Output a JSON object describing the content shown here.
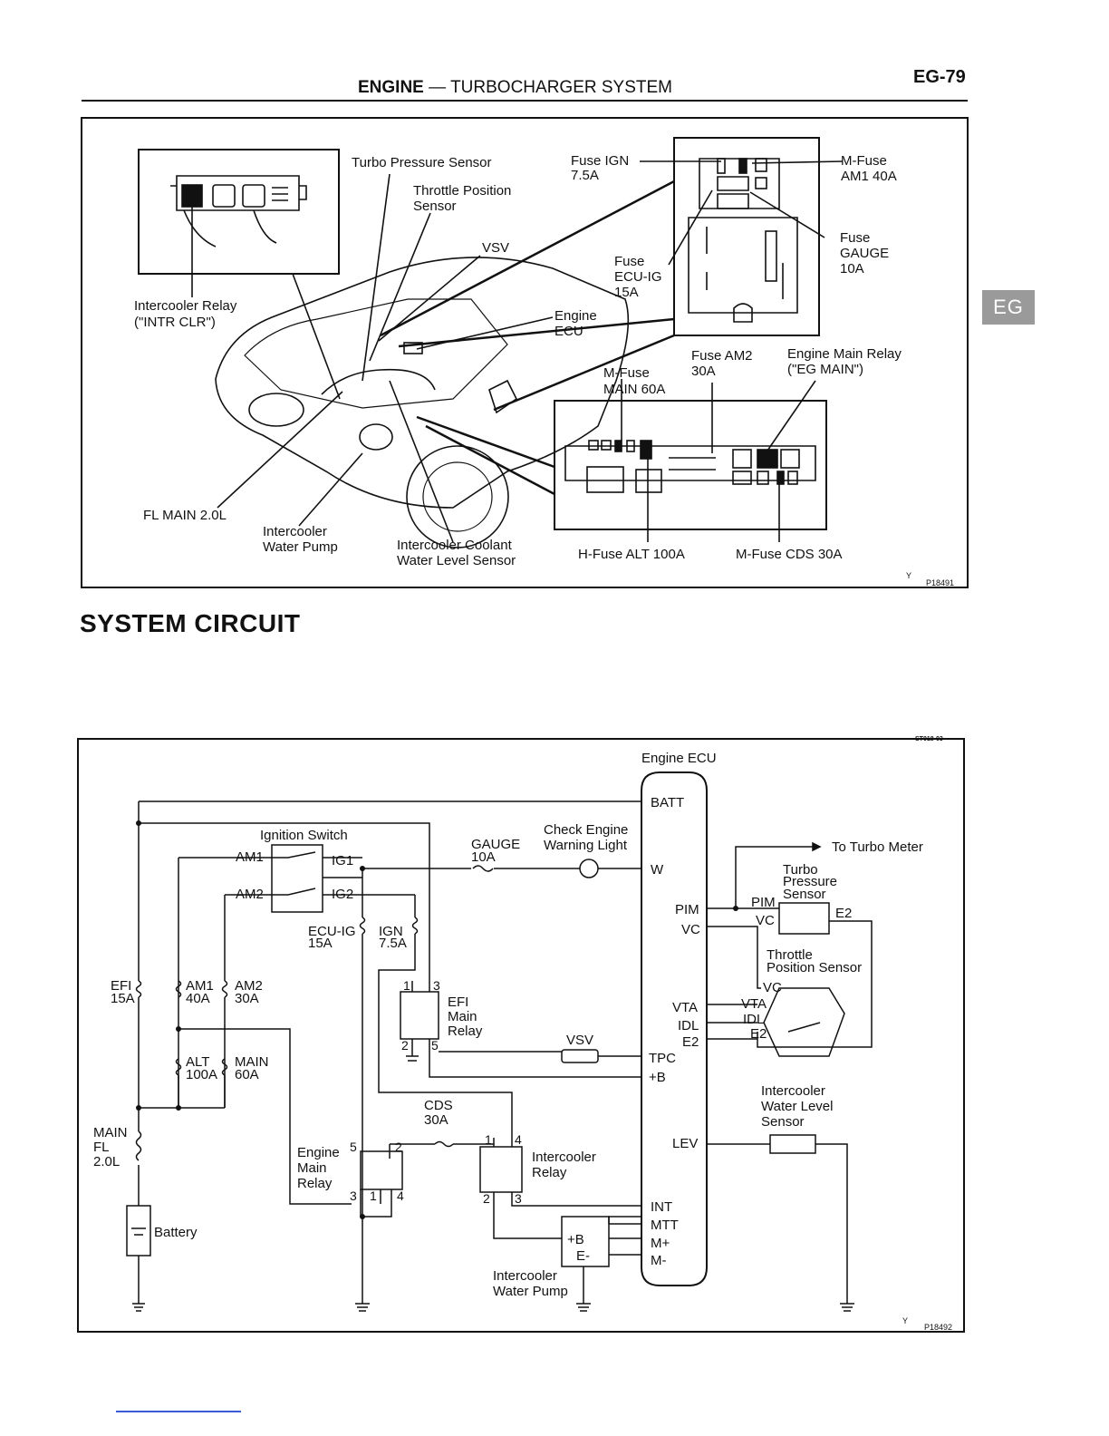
{
  "header": {
    "section_bold": "ENGINE",
    "section_rest": " — TURBOCHARGER SYSTEM",
    "page_number": "EG-79",
    "side_tab": "EG"
  },
  "location_figure": {
    "labels": {
      "turbo_pressure_sensor": "Turbo Pressure Sensor",
      "throttle_position_sensor_1": "Throttle Position",
      "throttle_position_sensor_2": "Sensor",
      "vsv": "VSV",
      "intercooler_relay_1": "Intercooler Relay",
      "intercooler_relay_2": "(\"INTR CLR\")",
      "engine_ecu_1": "Engine",
      "engine_ecu_2": "ECU",
      "fuse_ign_1": "Fuse IGN",
      "fuse_ign_2": "7.5A",
      "mfuse_am1_1": "M-Fuse",
      "mfuse_am1_2": "AM1 40A",
      "fuse_gauge_1": "Fuse",
      "fuse_gauge_2": "GAUGE",
      "fuse_gauge_3": "10A",
      "fuse_ecuig_1": "Fuse",
      "fuse_ecuig_2": "ECU-IG",
      "fuse_ecuig_3": "15A",
      "fuse_am2_1": "Fuse AM2",
      "fuse_am2_2": "30A",
      "eg_main_relay_1": "Engine Main Relay",
      "eg_main_relay_2": "(\"EG MAIN\")",
      "mfuse_main_1": "M-Fuse",
      "mfuse_main_2": "MAIN 60A",
      "fl_main": "FL MAIN 2.0L",
      "ic_pump_1": "Intercooler",
      "ic_pump_2": "Water Pump",
      "ic_coolant_1": "Intercooler Coolant",
      "ic_coolant_2": "Water Level Sensor",
      "hfuse_alt": "H-Fuse ALT 100A",
      "mfuse_cds": "M-Fuse CDS 30A"
    },
    "figure_code": "P18491",
    "figure_mark": "Y"
  },
  "system_circuit": {
    "title": "SYSTEM CIRCUIT",
    "top_code": "ST018-03",
    "figure_code": "P18492",
    "figure_mark": "Y",
    "labels": {
      "engine_ecu": "Engine ECU",
      "batt": "BATT",
      "w": "W",
      "pim": "PIM",
      "vc": "VC",
      "vta": "VTA",
      "idl": "IDL",
      "e2": "E2",
      "tpc": "TPC",
      "plus_b": "+B",
      "lev": "LEV",
      "int": "INT",
      "mtt": "MTT",
      "m_plus": "M+",
      "m_minus": "M-",
      "ignition_switch": "Ignition Switch",
      "am1": "AM1",
      "am2": "AM2",
      "ig1": "IG1",
      "ig2": "IG2",
      "gauge_1": "GAUGE",
      "gauge_2": "10A",
      "check_engine_1": "Check Engine",
      "check_engine_2": "Warning Light",
      "to_turbo_meter": "To Turbo Meter",
      "turbo_sensor_1": "Turbo",
      "turbo_sensor_2": "Pressure",
      "turbo_sensor_3": "Sensor",
      "sensor_pim": "PIM",
      "sensor_vc": "VC",
      "sensor_e2": "E2",
      "throttle_1": "Throttle",
      "throttle_2": "Position Sensor",
      "tps_vc": "VC",
      "tps_vta": "VTA",
      "tps_idl": "IDL",
      "tps_e2": "E2",
      "ecuig_1": "ECU-IG",
      "ecuig_2": "15A",
      "ign_1": "IGN",
      "ign_2": "7.5A",
      "efi_fuse_1": "EFI",
      "efi_fuse_2": "15A",
      "am1_fuse_1": "AM1",
      "am1_fuse_2": "40A",
      "am2_fuse_1": "AM2",
      "am2_fuse_2": "30A",
      "efi_relay_1": "EFI",
      "efi_relay_2": "Main",
      "efi_relay_3": "Relay",
      "vsv": "VSV",
      "alt_fuse_1": "ALT",
      "alt_fuse_2": "100A",
      "main_fuse_1": "MAIN",
      "main_fuse_2": "60A",
      "cds_1": "CDS",
      "cds_2": "30A",
      "ic_level_1": "Intercooler",
      "ic_level_2": "Water Level",
      "ic_level_3": "Sensor",
      "mainfl_1": "MAIN",
      "mainfl_2": "FL",
      "mainfl_3": "2.0L",
      "eng_main_relay_1": "Engine",
      "eng_main_relay_2": "Main",
      "eng_main_relay_3": "Relay",
      "ic_relay_1": "Intercooler",
      "ic_relay_2": "Relay",
      "battery": "Battery",
      "ic_pump_1": "Intercooler",
      "ic_pump_2": "Water Pump",
      "pump_plus_b": "+B",
      "pump_e_minus": "E-",
      "pin_1": "1",
      "pin_2": "2",
      "pin_3": "3",
      "pin_4": "4",
      "pin_5": "5"
    }
  }
}
